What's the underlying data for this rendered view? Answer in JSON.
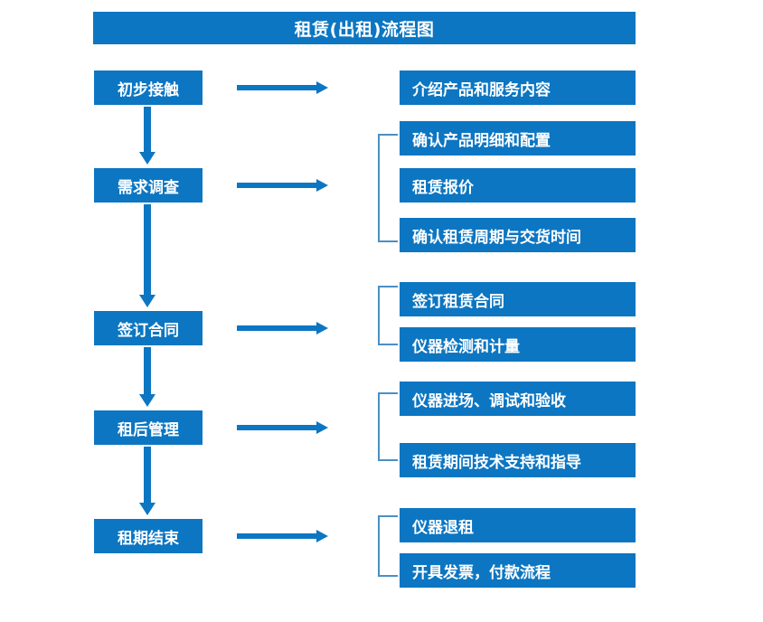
{
  "header": {
    "title": "租赁(出租)流程图"
  },
  "theme": {
    "primary_blue": "#0c76c2",
    "bracket_blue": "#4a8fc6",
    "background": "#ffffff",
    "box_text_color": "#ffffff"
  },
  "diagram": {
    "type": "flowchart",
    "orientation": "vertical-stages-with-detail-branches",
    "stages": [
      {
        "id": "stage-1",
        "label": "初步接触",
        "details": [
          "介绍产品和服务内容"
        ],
        "has_bracket": false
      },
      {
        "id": "stage-2",
        "label": "需求调查",
        "details": [
          "确认产品明细和配置",
          "租赁报价",
          "确认租赁周期与交货时间"
        ],
        "has_bracket": true
      },
      {
        "id": "stage-3",
        "label": "签订合同",
        "details": [
          "签订租赁合同",
          "仪器检测和计量"
        ],
        "has_bracket": true
      },
      {
        "id": "stage-4",
        "label": "租后管理",
        "details": [
          "仪器进场、调试和验收",
          "租赁期间技术支持和指导"
        ],
        "has_bracket": true
      },
      {
        "id": "stage-5",
        "label": "租期结束",
        "details": [
          "仪器退租",
          "开具发票，付款流程"
        ],
        "has_bracket": true
      }
    ],
    "detail_boxes": [
      "介绍产品和服务内容",
      "确认产品明细和配置",
      "租赁报价",
      "确认租赁周期与交货时间",
      "签订租赁合同",
      "仪器检测和计量",
      "仪器进场、调试和验收",
      "租赁期间技术支持和指导",
      "仪器退租",
      "开具发票，付款流程"
    ],
    "connectors": {
      "horizontal_arrow_count": 5,
      "vertical_arrow_count": 4,
      "bracket_count": 4
    }
  }
}
